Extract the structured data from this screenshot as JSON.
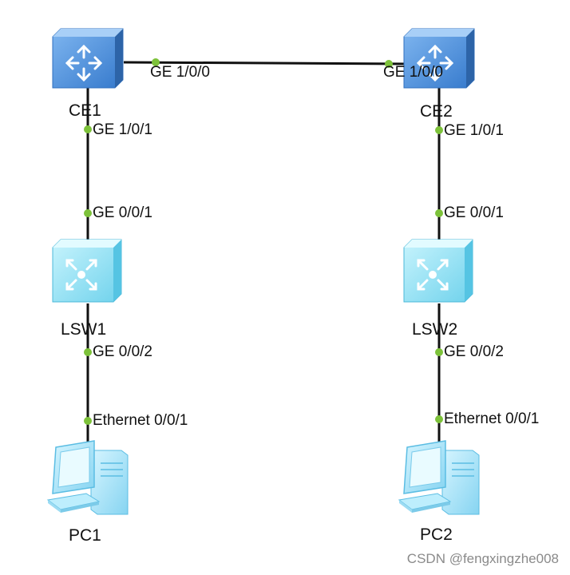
{
  "devices": {
    "ce1": {
      "name": "CE1",
      "type": "router"
    },
    "ce2": {
      "name": "CE2",
      "type": "router"
    },
    "lsw1": {
      "name": "LSW1",
      "type": "switch"
    },
    "lsw2": {
      "name": "LSW2",
      "type": "switch"
    },
    "pc1": {
      "name": "PC1",
      "type": "pc"
    },
    "pc2": {
      "name": "PC2",
      "type": "pc"
    }
  },
  "links": [
    {
      "id": "ce1-ce2",
      "a_port": "GE 1/0/0",
      "b_port": "GE 1/0/0"
    },
    {
      "id": "ce1-lsw1",
      "a_port": "GE 1/0/1",
      "b_port": "GE 0/0/1"
    },
    {
      "id": "lsw1-pc1",
      "a_port": "GE 0/0/2",
      "b_port": "Ethernet 0/0/1"
    },
    {
      "id": "ce2-lsw2",
      "a_port": "GE 1/0/1",
      "b_port": "GE 0/0/1"
    },
    {
      "id": "lsw2-pc2",
      "a_port": "GE 0/0/2",
      "b_port": "Ethernet 0/0/1"
    }
  ],
  "watermark": "CSDN @fengxingzhe008",
  "colors": {
    "link": "#111111",
    "port_dot": "#7dc23a",
    "router": "#4a8fd8",
    "switch": "#8fe0f2",
    "pc": "#a6e3f7"
  }
}
